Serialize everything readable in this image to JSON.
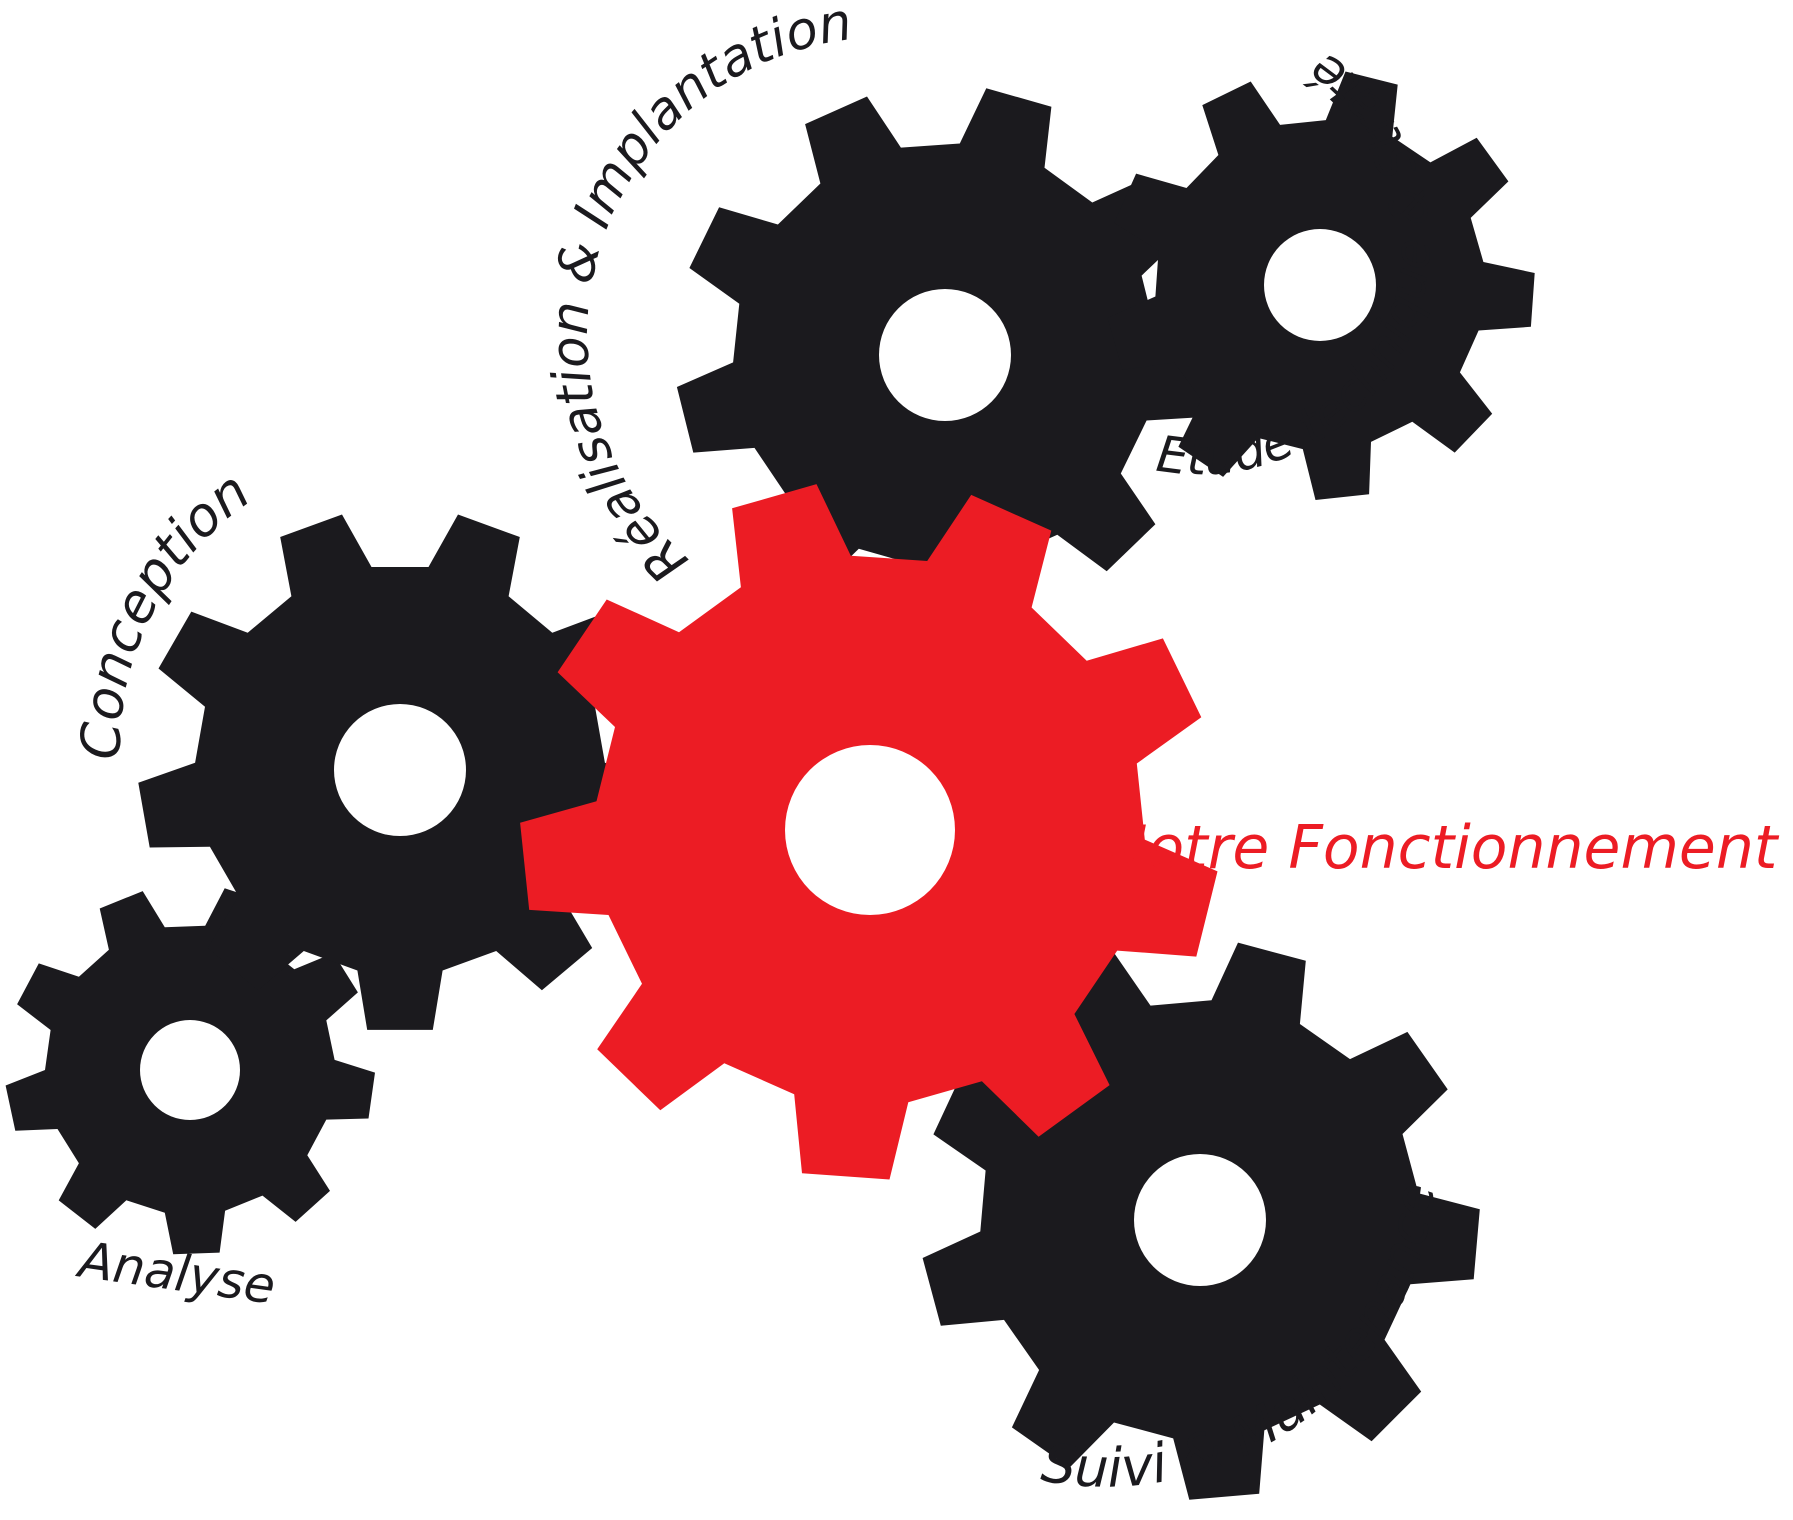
{
  "title": "Notre Fonctionnement",
  "colors": {
    "gear_dark": "#1b1a1e",
    "gear_accent": "#ec1c24",
    "title_color": "#ec1c24",
    "label_color": "#1b1a1e",
    "background": "#ffffff"
  },
  "gears": [
    {
      "id": "analyse",
      "label": "Analyse",
      "color": "dark",
      "teeth": 9
    },
    {
      "id": "conception",
      "label": "Conception",
      "color": "dark",
      "teeth": 9
    },
    {
      "id": "realisation",
      "label": "Réalisation & Implantation",
      "color": "dark",
      "teeth": 9
    },
    {
      "id": "etude",
      "label": "Etude technique & Stratégique",
      "color": "dark",
      "teeth": 9
    },
    {
      "id": "center",
      "label": "",
      "color": "accent",
      "teeth": 9
    },
    {
      "id": "suivi",
      "label": "Suivi & Maintenance",
      "color": "dark",
      "teeth": 9
    }
  ]
}
